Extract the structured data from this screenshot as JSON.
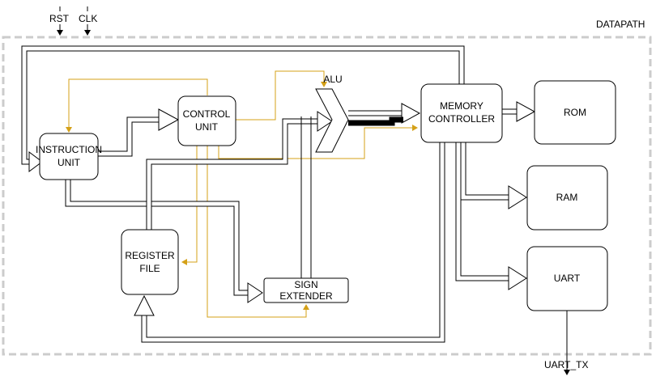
{
  "container": {
    "label": "DATAPATH"
  },
  "inputs": [
    {
      "id": "rst",
      "label": "RST"
    },
    {
      "id": "clk",
      "label": "CLK"
    }
  ],
  "outputs": [
    {
      "id": "uart_tx",
      "label": "UART_TX"
    }
  ],
  "blocks": {
    "instruction_unit": {
      "lines": [
        "INSTRUCTION",
        "UNIT"
      ]
    },
    "control_unit": {
      "lines": [
        "CONTROL",
        "UNIT"
      ]
    },
    "register_file": {
      "lines": [
        "REGISTER",
        "FILE"
      ]
    },
    "sign_extender": {
      "lines": [
        "SIGN",
        "EXTENDER"
      ]
    },
    "alu": {
      "lines": [
        "ALU"
      ]
    },
    "memory_controller": {
      "lines": [
        "MEMORY",
        "CONTROLLER"
      ]
    },
    "rom": {
      "lines": [
        "ROM"
      ]
    },
    "ram": {
      "lines": [
        "RAM"
      ]
    },
    "uart": {
      "lines": [
        "UART"
      ]
    }
  },
  "colors": {
    "control_line": "#d4a017",
    "container_border": "#cccccc"
  }
}
